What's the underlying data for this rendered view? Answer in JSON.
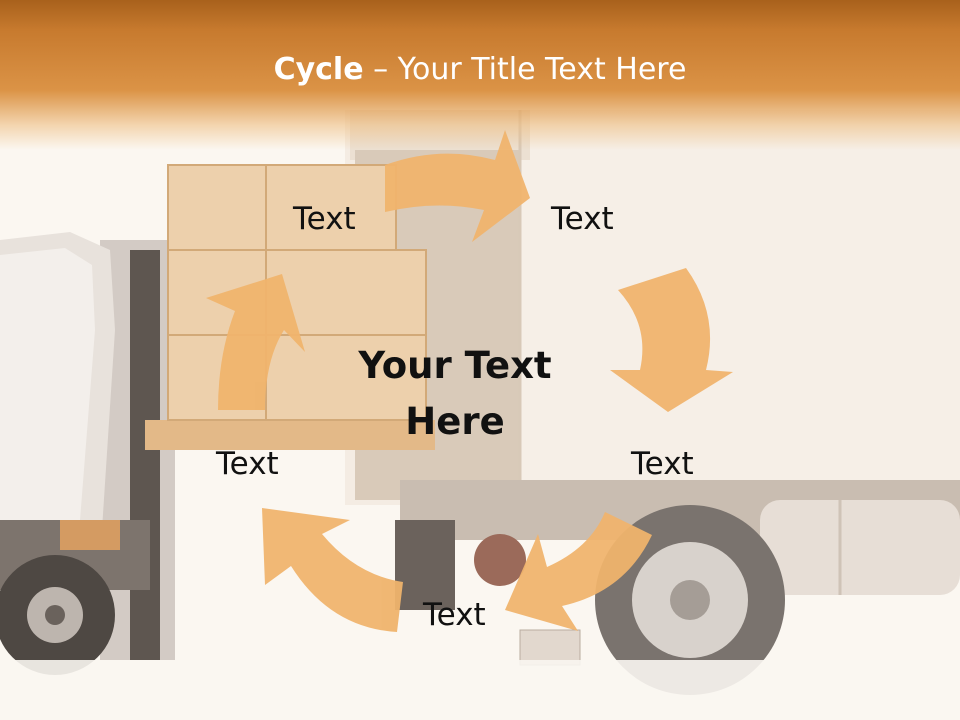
{
  "title": {
    "bold": "Cycle",
    "rest": " – Your Title Text Here"
  },
  "center": {
    "line1": "Your Text",
    "line2": "Here"
  },
  "cycle_labels": [
    "Text",
    "Text",
    "Text",
    "Text",
    "Text"
  ],
  "colors": {
    "title_bar": "#c77a2e",
    "arrow": "#f0b46c",
    "background": "#fbf7f1"
  }
}
